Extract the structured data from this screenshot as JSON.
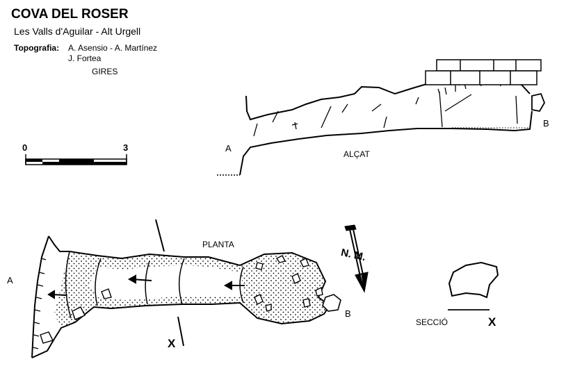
{
  "header": {
    "title": "COVA DEL ROSER",
    "subtitle": "Les Valls d'Aguilar - Alt Urgell",
    "topography_label": "Topografia:",
    "authors_line1": "A. Asensio - A. Martínez",
    "authors_line2": "J. Fortea",
    "group": "GIRES"
  },
  "scale": {
    "start": "0",
    "end": "3"
  },
  "elevation": {
    "label": "ALÇAT",
    "point_a": "A",
    "point_b": "B"
  },
  "plan": {
    "label": "PLANTA",
    "point_a": "A",
    "point_b": "B",
    "cut_mark": "X",
    "north": "N. M."
  },
  "section": {
    "label": "SECCIÓ",
    "cut_mark": "X"
  }
}
